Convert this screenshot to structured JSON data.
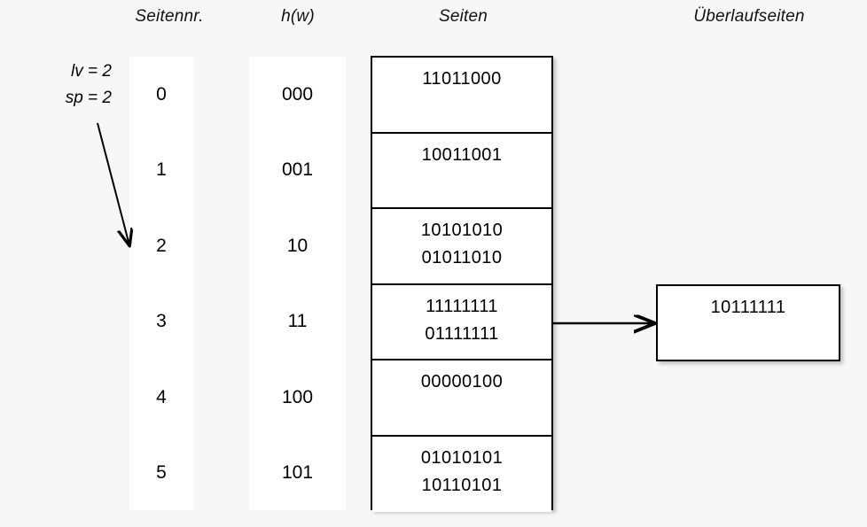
{
  "diagram": {
    "title_headers": {
      "seitennr": "Seitennr.",
      "hw": "h(w)",
      "seiten": "Seiten",
      "ueberlaufseiten": "Überlaufseiten"
    },
    "params": {
      "lv": "lv = 2",
      "sp": "sp = 2"
    },
    "rows": [
      {
        "seitennr": "0",
        "hw": "000",
        "page_lines": [
          "11011000"
        ]
      },
      {
        "seitennr": "1",
        "hw": "001",
        "page_lines": [
          "10011001"
        ]
      },
      {
        "seitennr": "2",
        "hw": "10",
        "page_lines": [
          "10101010",
          "01011010"
        ]
      },
      {
        "seitennr": "3",
        "hw": "11",
        "page_lines": [
          "11111111",
          "01111111"
        ]
      },
      {
        "seitennr": "4",
        "hw": "100",
        "page_lines": [
          "00000100"
        ]
      },
      {
        "seitennr": "5",
        "hw": "101",
        "page_lines": [
          "01010101",
          "10110101"
        ]
      }
    ],
    "overflow_pages": [
      {
        "lines": [
          "10111111"
        ],
        "from_row": 3
      }
    ],
    "colors": {
      "background": "#f7f7f7",
      "panel": "#ffffff",
      "stroke": "#000000",
      "text": "#000000"
    }
  }
}
